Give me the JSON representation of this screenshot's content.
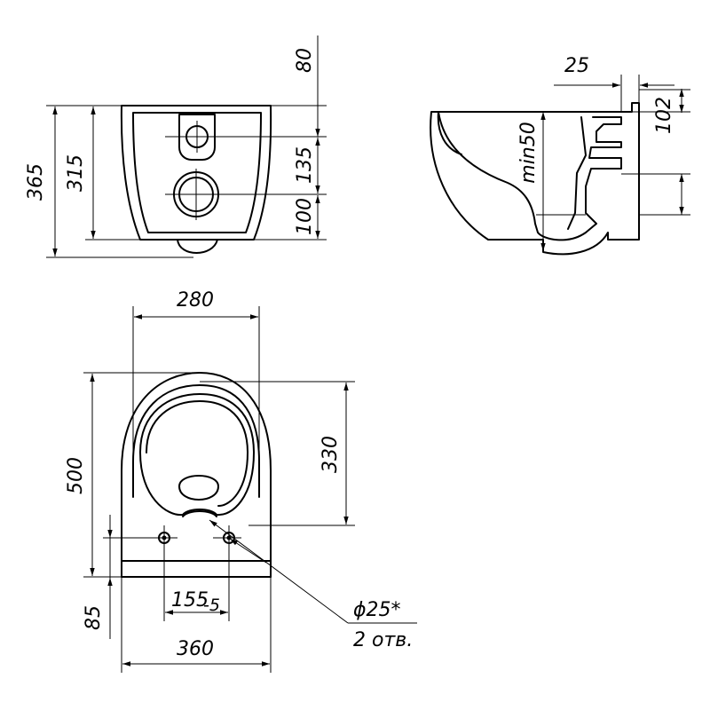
{
  "front_view": {
    "dim_overall_height": "365",
    "dim_inner_height": "315",
    "dim_top_offset": "80",
    "dim_inlet_spacing": "135",
    "dim_outlet_height": "100"
  },
  "side_view": {
    "dim_wall_offset": "25",
    "dim_top_height": "102",
    "dim_min_label": "min50"
  },
  "top_view": {
    "dim_width_top": "280",
    "dim_length": "500",
    "dim_bowl_length": "330",
    "dim_hole_spacing": "155",
    "dim_hole_spacing_tolerance": "-5",
    "dim_back_offset": "85",
    "dim_width_bottom": "360",
    "hole_diameter": "ϕ25*",
    "hole_count": "2 отв."
  }
}
